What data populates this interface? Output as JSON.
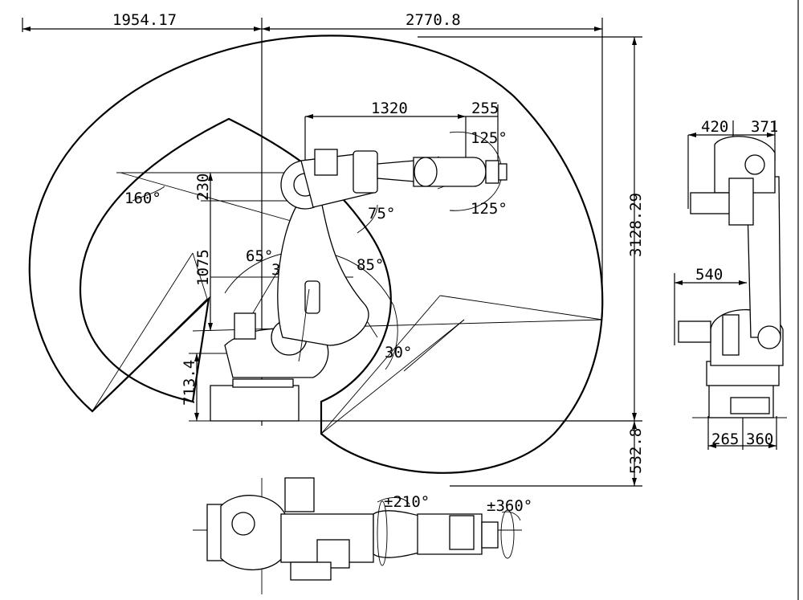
{
  "labels": {
    "dim_left_width": "1954.17",
    "dim_right_width": "2770.8",
    "dim_upper_arm": "1320",
    "dim_wrist": "255",
    "angle_wrist_top": "125°",
    "angle_wrist_bottom": "125°",
    "dim_arm_offset": "230",
    "angle_160": "160°",
    "angle_75": "75°",
    "angle_65": "65°",
    "dim_1075": "1075",
    "dim_360_side": "360",
    "angle_85": "85°",
    "angle_30": "30°",
    "dim_height": "3128.29",
    "dim_base": "713.4",
    "dim_below": "532.8",
    "side_dim_420": "420",
    "side_dim_371": "371",
    "side_dim_540": "540",
    "side_dim_265": "265",
    "side_dim_360": "360",
    "rot_axis4": "±210°",
    "rot_axis6": "±360°"
  }
}
